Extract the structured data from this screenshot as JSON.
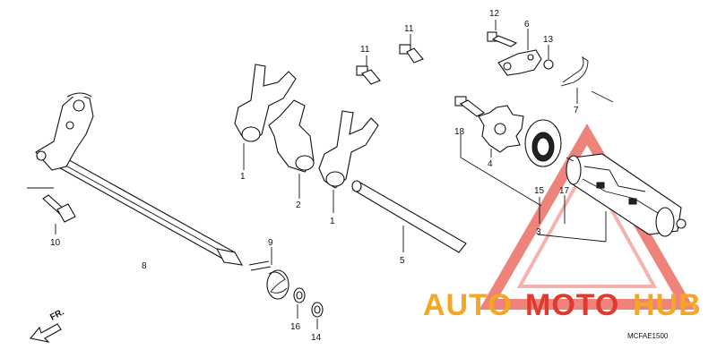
{
  "diagram": {
    "diagram_code": "MCFAE1500",
    "front_indicator": "FR.",
    "callouts": [
      {
        "id": "1a",
        "label": "1"
      },
      {
        "id": "1b",
        "label": "1"
      },
      {
        "id": "2",
        "label": "2"
      },
      {
        "id": "3",
        "label": "3"
      },
      {
        "id": "4",
        "label": "4"
      },
      {
        "id": "5",
        "label": "5"
      },
      {
        "id": "6",
        "label": "6"
      },
      {
        "id": "7",
        "label": "7"
      },
      {
        "id": "8",
        "label": "8"
      },
      {
        "id": "9",
        "label": "9"
      },
      {
        "id": "10",
        "label": "10"
      },
      {
        "id": "11a",
        "label": "11"
      },
      {
        "id": "11b",
        "label": "11"
      },
      {
        "id": "12",
        "label": "12"
      },
      {
        "id": "13",
        "label": "13"
      },
      {
        "id": "14",
        "label": "14"
      },
      {
        "id": "15",
        "label": "15"
      },
      {
        "id": "16",
        "label": "16"
      },
      {
        "id": "17",
        "label": "17"
      },
      {
        "id": "18",
        "label": "18"
      }
    ]
  },
  "watermark": {
    "text_part1": "AUTO",
    "text_part2": "MOTO",
    "text_part3": "HUB",
    "color_orange": "#f5a623",
    "color_red": "#e03a2f"
  }
}
